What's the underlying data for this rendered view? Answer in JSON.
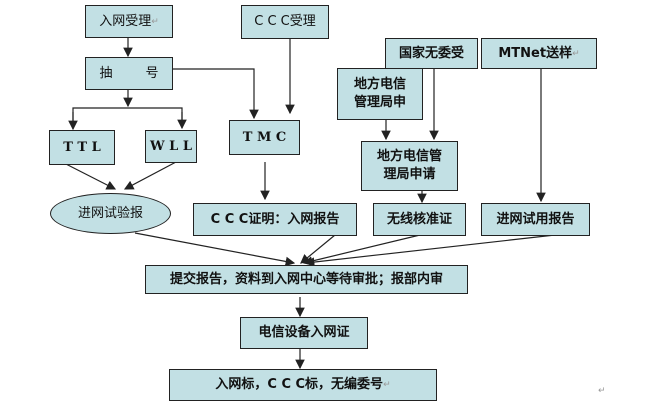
{
  "nodes": {
    "intake": "入网受理",
    "ccc_intake": "C C C受理",
    "srrc": "国家无委受",
    "mtnet": "MTNet送样",
    "sampling": "抽        号",
    "local_bureau_1": "地方电信管理局申",
    "ttl": "T T L",
    "wll": "W L L",
    "tmc": "T M C",
    "local_bureau_2": "地方电信管理局申请",
    "test_report": "进网试验报",
    "ccc_cert": "C C C证明：入网报告",
    "radio_cert": "无线核准证",
    "trial_report": "进网试用报告",
    "submit": "提交报告，资料到入网中心等待审批；报部内审",
    "license": "电信设备入网证",
    "labels": "入网标，C C C标，无编委号"
  },
  "return_mark": "↵",
  "colors": {
    "box_fill": "#c2e0e4",
    "line": "#222222"
  }
}
